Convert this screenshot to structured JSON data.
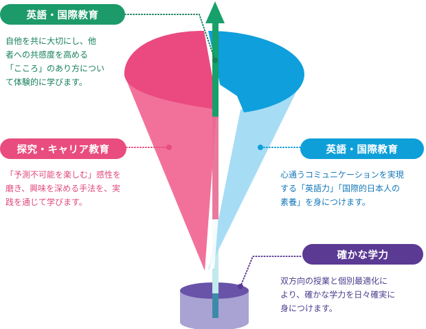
{
  "labels": {
    "top_left": {
      "title": "英語・国際教育",
      "text": "自他を共に大切にし、他\n者への共感度を高める\n「こころ」のあり方につい\nて体験的に学びます。"
    },
    "left": {
      "title": "探究・キャリア教育",
      "text": "「予測不可能を楽しむ」感性を\n磨き、興味を深める手法を、実\n践を通じて学びます。"
    },
    "right": {
      "title": "英語・国際教育",
      "text": "心通うコミュニケーションを実現\nする「英語力」「国際的日本人の\n素養」を身につけます。"
    },
    "bottom": {
      "title": "確かな学力",
      "text": "双方向の授業と個別最適化に\nより、確かな学力を日々確実に\n身につけます。"
    }
  },
  "colors": {
    "green": "#1c9a6a",
    "pink": "#e94c7e",
    "blue": "#0e9fd8",
    "purple": "#5b3a94",
    "cone_pink": "#f0709a",
    "cone_blue": "#0f9fdc",
    "cone_lightblue": "#a7dcf5",
    "axis_green": "#17a06a",
    "base": "#a9a3d3"
  }
}
